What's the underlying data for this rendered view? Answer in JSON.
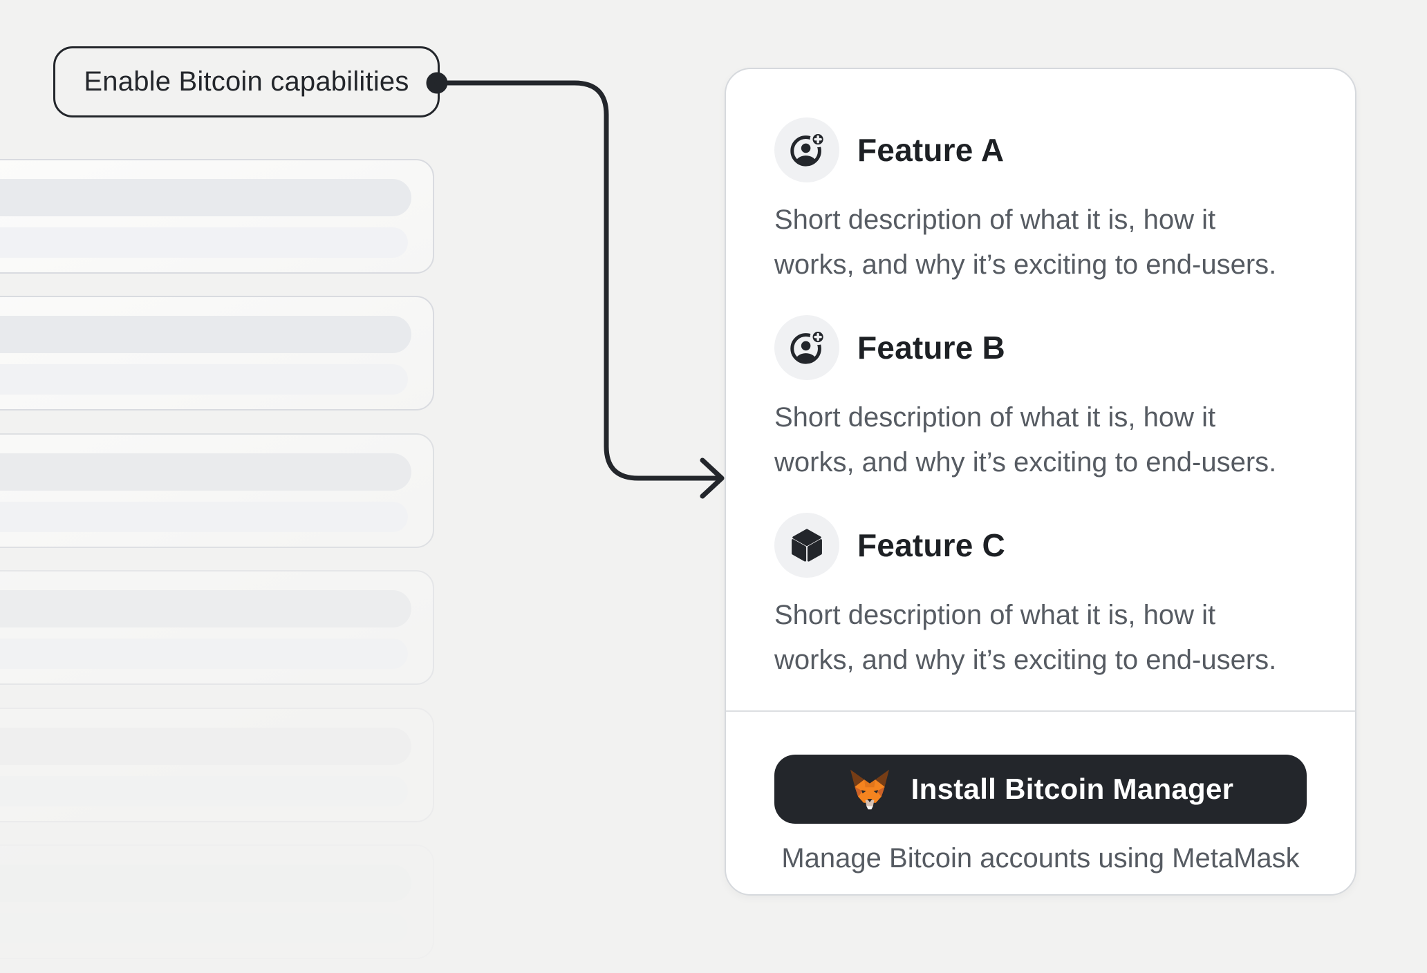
{
  "colors": {
    "page_bg": "#F2F2F1",
    "ink": "#23262B",
    "text_muted": "#565B62",
    "panel_bg": "#FFFFFF",
    "panel_border": "#D6D9DD",
    "chip_bg": "#F0F1F3",
    "fox_orange": "#F5841F",
    "fox_brown": "#763D16",
    "fox_muzzle": "#D7C1B3"
  },
  "callout": {
    "label": "Enable Bitcoin capabilities"
  },
  "feature_card": {
    "features": [
      {
        "icon": "user-add-icon",
        "title": "Feature A",
        "description": [
          "Short description of what it is, how it",
          "works, and why it’s exciting to end-users."
        ]
      },
      {
        "icon": "user-add-icon",
        "title": "Feature B",
        "description": [
          "Short description of what it is, how it",
          "works, and why it’s exciting to end-users."
        ]
      },
      {
        "icon": "cube-icon",
        "title": "Feature C",
        "description": [
          "Short description of what it is, how it",
          "works, and why it’s exciting to end-users."
        ]
      }
    ],
    "cta": {
      "button_label": "Install Bitcoin Manager",
      "icon": "metamask-fox-icon",
      "caption": "Manage Bitcoin accounts using MetaMask"
    }
  }
}
